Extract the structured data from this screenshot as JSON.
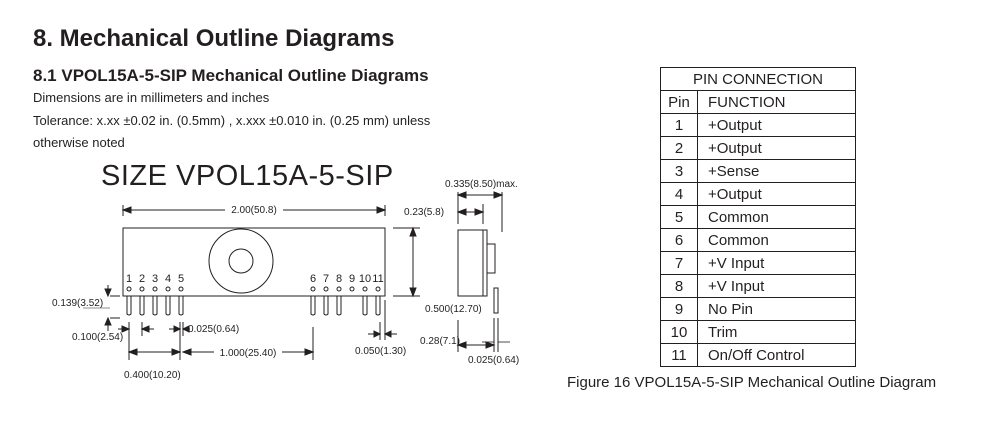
{
  "section": {
    "title": "8. Mechanical Outline Diagrams",
    "subtitle": "8.1 VPOL15A-5-SIP Mechanical Outline Diagrams",
    "dimensions_note": "Dimensions are in millimeters and inches",
    "tolerance_line1": "Tolerance: x.xx ±0.02 in. (0.5mm) , x.xxx ±0.010 in. (0.25 mm) unless",
    "tolerance_line2": "otherwise noted"
  },
  "drawing": {
    "title": "SIZE  VPOL15A-5-SIP",
    "pin_numbers_left": [
      "1",
      "2",
      "3",
      "4",
      "5"
    ],
    "pin_numbers_right": [
      "6",
      "7",
      "8",
      "9",
      "10",
      "11"
    ],
    "missing_pin": "9",
    "dimensions": {
      "length": "2.00(50.8)",
      "height": "0.500(12.70)",
      "pin_length": "0.139(3.52)",
      "pin_pitch": "0.100(2.54)",
      "pin_width": "0.025(0.64)",
      "group_span": "0.400(10.20)",
      "group_gap": "1.000(25.40)",
      "end_offset": "0.050(1.30)",
      "max_depth": "0.335(8.50)max.",
      "body_depth": "0.23(5.8)",
      "pin_offset_side": "0.28(7.1)",
      "pin_thickness_side": "0.025(0.64)"
    }
  },
  "pin_table": {
    "title": "PIN CONNECTION",
    "headers": [
      "Pin",
      "FUNCTION"
    ],
    "rows": [
      {
        "pin": "1",
        "function": "+Output"
      },
      {
        "pin": "2",
        "function": "+Output"
      },
      {
        "pin": "3",
        "function": "+Sense"
      },
      {
        "pin": "4",
        "function": "+Output"
      },
      {
        "pin": "5",
        "function": "Common"
      },
      {
        "pin": "6",
        "function": "Common"
      },
      {
        "pin": "7",
        "function": "+V Input"
      },
      {
        "pin": "8",
        "function": "+V Input"
      },
      {
        "pin": "9",
        "function": "No Pin"
      },
      {
        "pin": "10",
        "function": "Trim"
      },
      {
        "pin": "11",
        "function": "On/Off Control"
      }
    ]
  },
  "caption": "Figure 16  VPOL15A-5-SIP Mechanical Outline Diagram"
}
